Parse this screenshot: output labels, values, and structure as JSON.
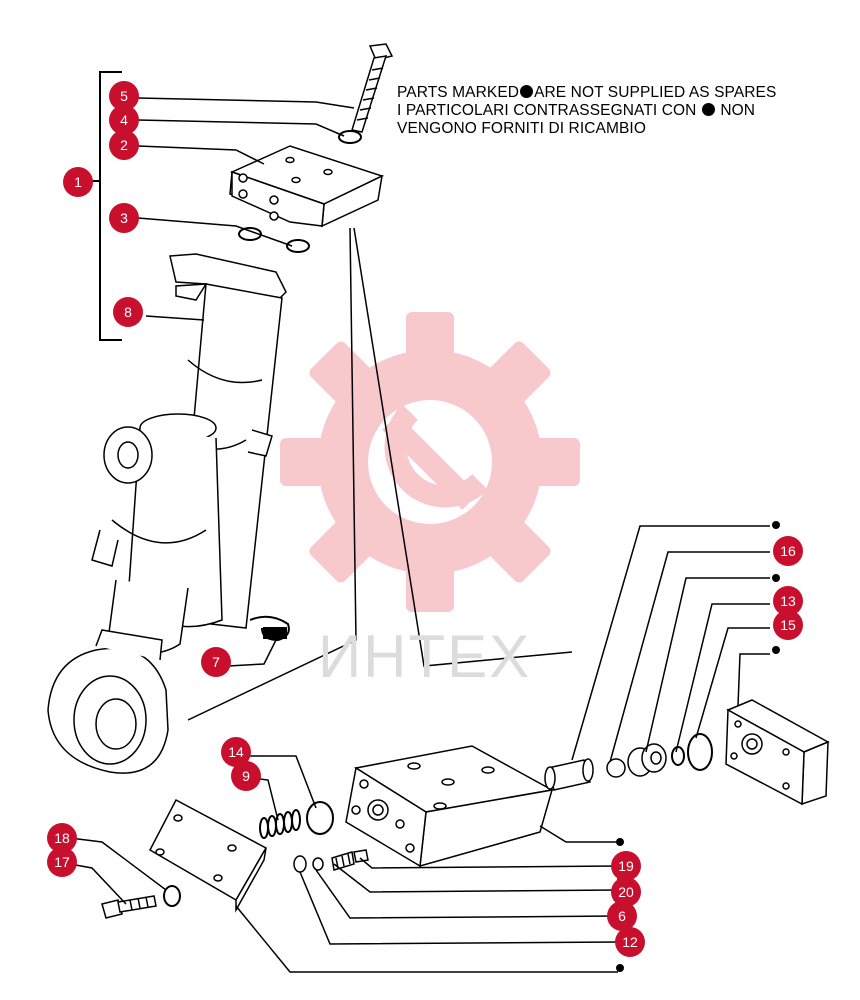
{
  "note": {
    "line1_before": "PARTS MARKED",
    "line1_after": "ARE NOT SUPPLIED AS SPARES",
    "line2_before": "I PARTICOLARI  CONTRASSEGNATI  CON",
    "line2_after": "NON",
    "line3": "VENGONO FORNITI DI RICAMBIO"
  },
  "watermark": {
    "text": "ИНТЕХ",
    "logo_icon": "gear-wrench-icon",
    "color": "#f7c9cc"
  },
  "colors": {
    "badge": "#c8102e",
    "line": "#000000"
  },
  "labels": {
    "l1": "1",
    "l2": "2",
    "l3": "3",
    "l4": "4",
    "l5": "5",
    "l6": "6",
    "l7": "7",
    "l8": "8",
    "l9": "9",
    "l12": "12",
    "l13": "13",
    "l14": "14",
    "l15": "15",
    "l16": "16",
    "l17": "17",
    "l18": "18",
    "l19": "19",
    "l20": "20"
  },
  "markers": {
    "non_spare_icon": "black-dot-icon"
  }
}
